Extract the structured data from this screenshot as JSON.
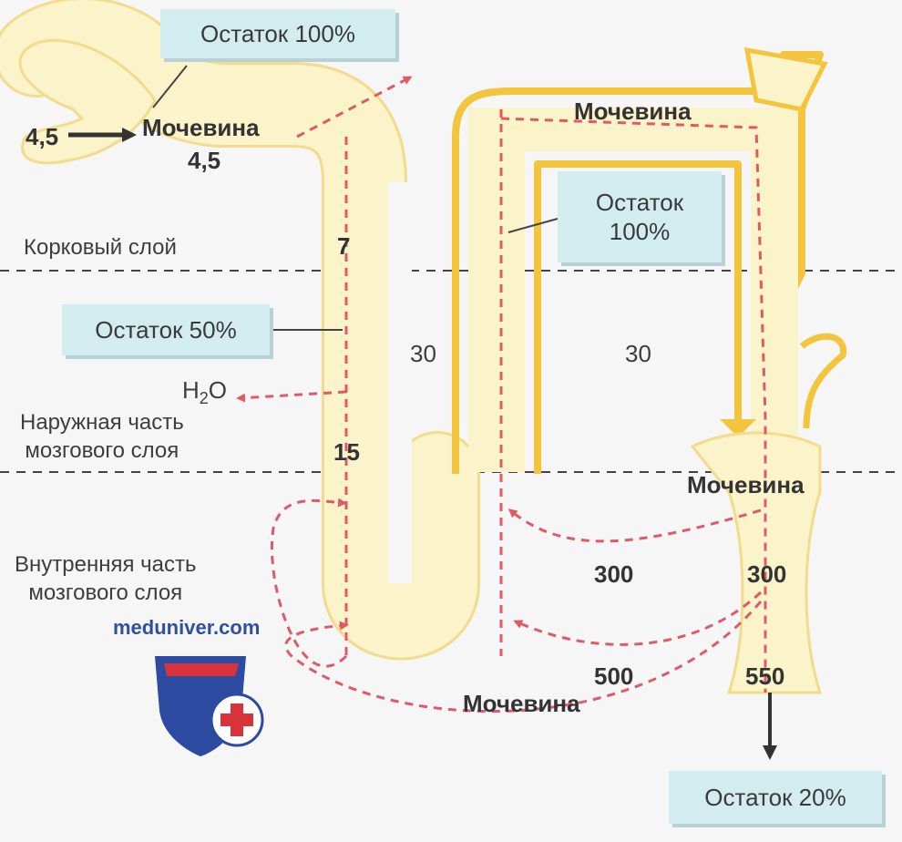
{
  "zones": {
    "cortex": "Корковый слой",
    "outer_medulla": "Наружная часть\nмозгового слоя",
    "inner_medulla": "Внутренняя часть\nмозгового слоя"
  },
  "boxes": {
    "residue_100_top": "Остаток 100%",
    "residue_100_mid": "Остаток\n100%",
    "residue_50": "Остаток 50%",
    "residue_20": "Остаток 20%"
  },
  "urea": {
    "label": "Мочевина",
    "input_value": "4,5",
    "glomerulus_value": "4,5"
  },
  "water": {
    "base": "H",
    "sub": "2",
    "tail": "O"
  },
  "concentrations": {
    "c7": "7",
    "c15": "15",
    "c30_left": "30",
    "c30_right": "30",
    "c300_left": "300",
    "c300_right": "300",
    "c500": "500",
    "c550": "550"
  },
  "watermark": "meduniver.com",
  "colors": {
    "tubule_fill": "#fbf3c9",
    "tubule_stroke": "#f2dc8c",
    "thick_limb": "#f2c53d",
    "arrow_dashed": "#e05a66",
    "box_fill": "#d3ecef",
    "shield_blue": "#2b4aa0",
    "shield_red": "#d8333b"
  }
}
